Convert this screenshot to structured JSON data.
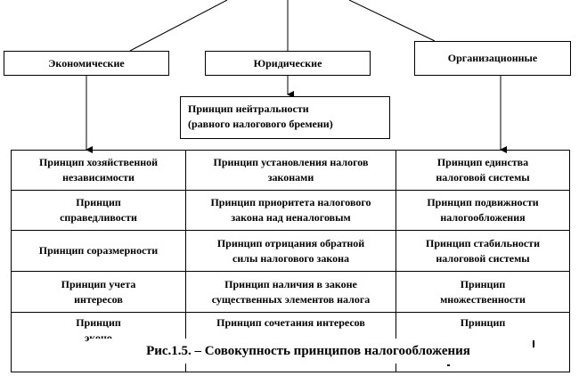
{
  "categories": [
    {
      "label": "Экономические"
    },
    {
      "label": "Юридические"
    },
    {
      "label": "Организационные"
    }
  ],
  "neutrality_box": {
    "line1": "Принцип нейтральности",
    "line2": "(равного налогового бремени)"
  },
  "table": {
    "rows": [
      {
        "cells": [
          [
            "Принцип хозяйственной",
            "независимости"
          ],
          [
            "Принцип установления налогов",
            "законами"
          ],
          [
            "Принцип единства",
            "налоговой системы"
          ]
        ]
      },
      {
        "cells": [
          [
            "Принцип",
            "справедливости"
          ],
          [
            "Принцип приоритета налогового",
            "закона над неналоговым"
          ],
          [
            "Принцип подвижности",
            "налогообложения"
          ]
        ]
      },
      {
        "cells": [
          [
            "Принцип соразмерности",
            ""
          ],
          [
            "Принцип отрицания обратной",
            "силы налогового закона"
          ],
          [
            "Принцип стабильности",
            "налоговой системы"
          ]
        ]
      },
      {
        "cells": [
          [
            "Принцип учета",
            "интересов"
          ],
          [
            "Принцип наличия в законе",
            "существенных элементов налога"
          ],
          [
            "Принцип",
            "множественности"
          ]
        ]
      },
      {
        "cells": [
          [
            "Принцип",
            "эконо"
          ],
          [
            "Принцип сочетания интересов",
            ""
          ],
          [
            "Принцип",
            ""
          ]
        ]
      }
    ]
  },
  "caption": "Рис.1.5. – Совокупность принципов налогообложения"
}
